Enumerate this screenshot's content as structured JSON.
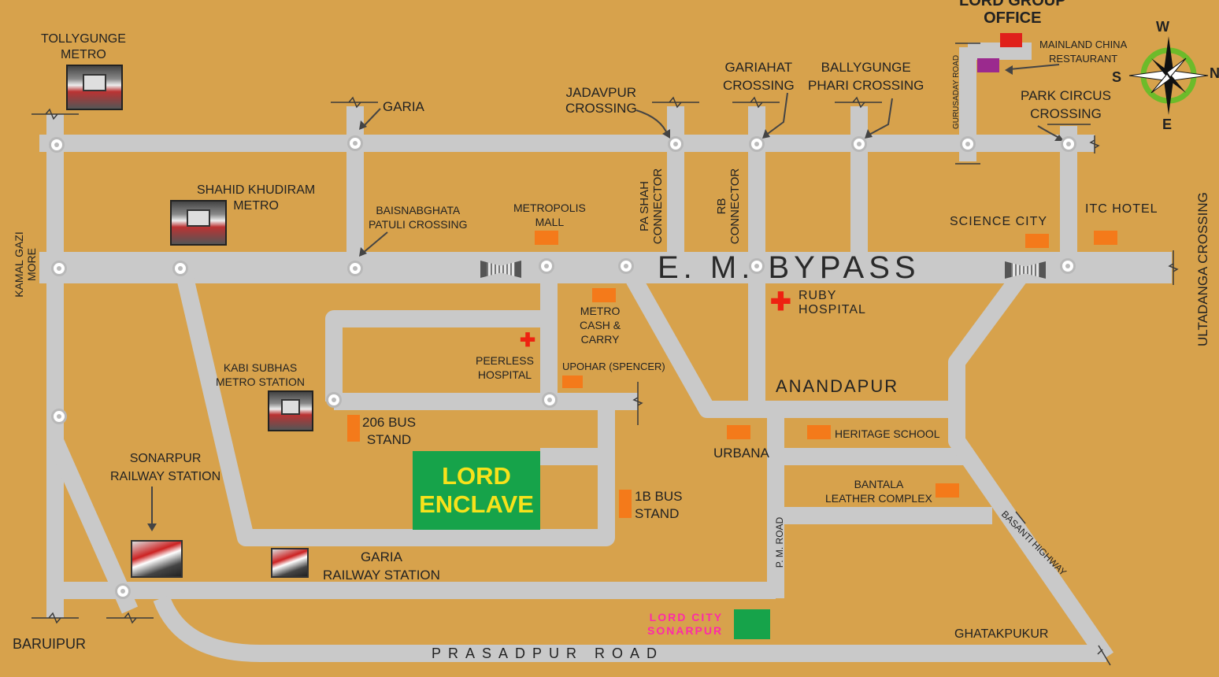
{
  "map_title": "",
  "highlight": {
    "project_line1": "LORD",
    "project_line2": "ENCLAVE",
    "city_line1": "LORD CITY",
    "city_line2": "SONARPUR"
  },
  "colors": {
    "background": "#d7a24c",
    "road": "#c9c9c9",
    "project_green": "#16a34a",
    "project_text": "#f7e21b",
    "landmark_orange": "#f47a1a",
    "office_red": "#e0201b",
    "restaurant_purple": "#9b2a8e",
    "hospital_red": "#e21a1a",
    "city_pink": "#ff2aa8"
  },
  "compass": {
    "north": "N",
    "south": "S",
    "east": "E",
    "west": "W"
  },
  "roads": {
    "em_bypass": "E. M. BYPASS",
    "prasadpur": "PRASADPUR ROAD",
    "pm_road": "P. M. ROAD",
    "basanti": "BASANTI HIGHWAY",
    "gurusaday": "GURUSADAY ROAD",
    "pa_shah_l1": "PA SHAH",
    "pa_shah_l2": "CONNECTOR",
    "rb_l1": "RB",
    "rb_l2": "CONNECTOR"
  },
  "places": {
    "lord_group_office_l1": "LORD GROUP",
    "lord_group_office_l2": "OFFICE",
    "mainland_l1": "MAINLAND CHINA",
    "mainland_l2": "RESTAURANT",
    "tollygunge_l1": "TOLLYGUNGE",
    "tollygunge_l2": "METRO",
    "garia": "GARIA",
    "jadavpur_l1": "JADAVPUR",
    "jadavpur_l2": "CROSSING",
    "gariahat_l1": "GARIAHAT",
    "gariahat_l2": "CROSSING",
    "ballygunge_l1": "BALLYGUNGE",
    "ballygunge_l2": "PHARI CROSSING",
    "park_circus_l1": "PARK CIRCUS",
    "park_circus_l2": "CROSSING",
    "shahid_l1": "SHAHID KHUDIRAM",
    "shahid_l2": "METRO",
    "baisnabghata_l1": "BAISNABGHATA",
    "baisnabghata_l2": "PATULI CROSSING",
    "metropolis_l1": "METROPOLIS",
    "metropolis_l2": "MALL",
    "science_city": "SCIENCE CITY",
    "itc_hotel": "ITC HOTEL",
    "ultadanga": "ULTADANGA CROSSING",
    "kamalgazi_l1": "KAMAL GAZI",
    "kamalgazi_l2": "MORE",
    "ruby_l1": "RUBY",
    "ruby_l2": "HOSPITAL",
    "metro_cc_l1": "METRO",
    "metro_cc_l2": "CASH &",
    "metro_cc_l3": "CARRY",
    "peerless_l1": "PEERLESS",
    "peerless_l2": "HOSPITAL",
    "upohar": "UPOHAR (SPENCER)",
    "anandapur": "ANANDAPUR",
    "kabi_l1": "KABI SUBHAS",
    "kabi_l2": "METRO STATION",
    "bus206_l1": "206 BUS",
    "bus206_l2": "STAND",
    "urbana": "URBANA",
    "heritage": "HERITAGE SCHOOL",
    "sonarpur_l1": "SONARPUR",
    "sonarpur_l2": "RAILWAY STATION",
    "bantala_l1": "BANTALA",
    "bantala_l2": "LEATHER COMPLEX",
    "bus1b_l1": "1B BUS",
    "bus1b_l2": "STAND",
    "garia_rs_l1": "GARIA",
    "garia_rs_l2": "RAILWAY STATION",
    "baruipur": "BARUIPUR",
    "ghatakpukur": "GHATAKPUKUR"
  }
}
